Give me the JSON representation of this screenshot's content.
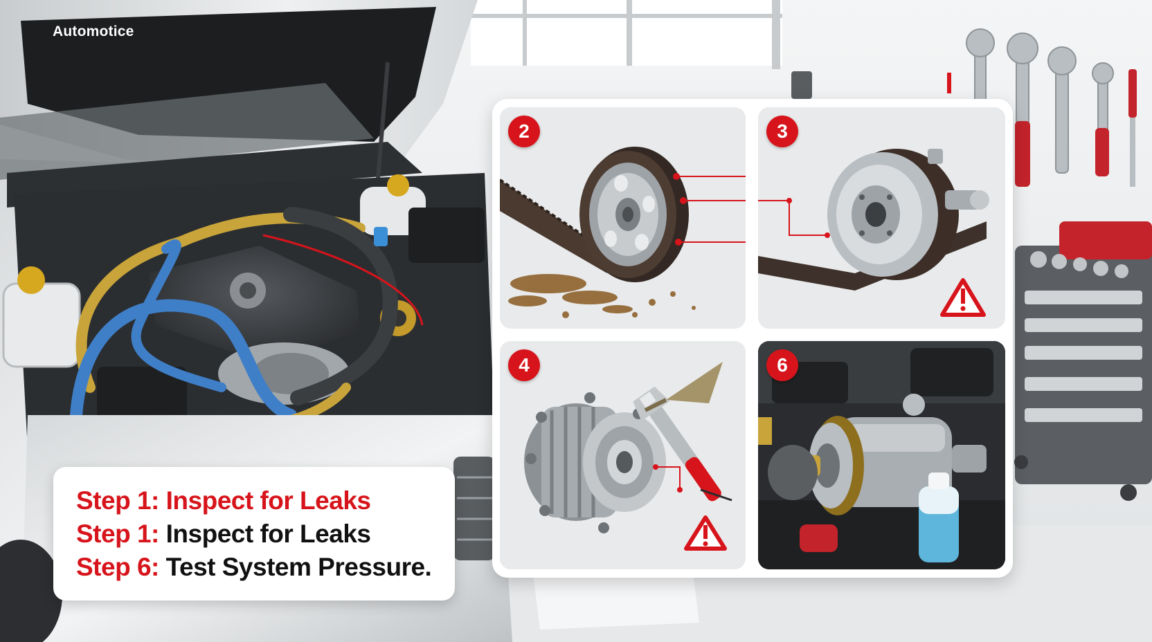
{
  "brand": {
    "name": "Automotice"
  },
  "steps": [
    {
      "label": "Step 1:",
      "text": "Inspect for Leaks"
    },
    {
      "label": "Step 1:",
      "text": "Inspect for Leaks"
    },
    {
      "label": "Step 6:",
      "text": "Test System Pressure."
    }
  ],
  "panels": [
    {
      "number": "2",
      "subject": "belt-pulley"
    },
    {
      "number": "3",
      "subject": "pulley-with-warning"
    },
    {
      "number": "4",
      "subject": "compressor-with-tools"
    },
    {
      "number": "6",
      "subject": "compressor-installed"
    }
  ],
  "colors": {
    "accent_red": "#d7141b",
    "text_dark": "#111111",
    "coolant_blue": "#5fb6dc",
    "hose_yellow": "#c9a43a",
    "hose_blue": "#3f7fc8"
  }
}
